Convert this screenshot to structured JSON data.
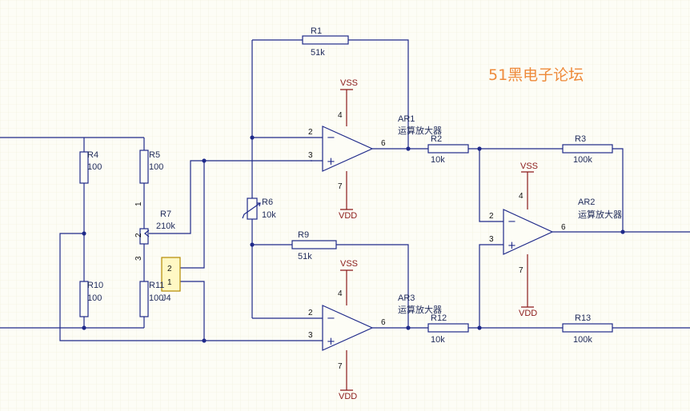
{
  "watermark": "51黑电子论坛",
  "opamps": [
    {
      "ref": "AR1",
      "name": "运算放大器",
      "pin_inv": "2",
      "pin_noninv": "3",
      "pin_out": "6",
      "pin_top": "4",
      "pin_bot": "7",
      "top_rail": "VSS",
      "bot_rail": "VDD"
    },
    {
      "ref": "AR2",
      "name": "运算放大器",
      "pin_inv": "2",
      "pin_noninv": "3",
      "pin_out": "6",
      "pin_top": "4",
      "pin_bot": "7",
      "top_rail": "VSS",
      "bot_rail": "VDD"
    },
    {
      "ref": "AR3",
      "name": "运算放大器",
      "pin_inv": "2",
      "pin_noninv": "3",
      "pin_out": "6",
      "pin_top": "4",
      "pin_bot": "7",
      "top_rail": "VSS",
      "bot_rail": "VDD"
    }
  ],
  "resistors": [
    {
      "ref": "R1",
      "value": "51k"
    },
    {
      "ref": "R2",
      "value": "10k"
    },
    {
      "ref": "R3",
      "value": "100k"
    },
    {
      "ref": "R4",
      "value": "100"
    },
    {
      "ref": "R5",
      "value": "100"
    },
    {
      "ref": "R6",
      "value": "10k"
    },
    {
      "ref": "R7",
      "value": "210k"
    },
    {
      "ref": "R9",
      "value": "51k"
    },
    {
      "ref": "R10",
      "value": "100"
    },
    {
      "ref": "R11",
      "value": "100"
    },
    {
      "ref": "R12",
      "value": "10k"
    },
    {
      "ref": "R13",
      "value": "100k"
    }
  ],
  "potentiometer_pins": [
    "1",
    "2",
    "3"
  ],
  "connector": {
    "ref": "J4",
    "pin_a": "2",
    "pin_b": "1"
  }
}
